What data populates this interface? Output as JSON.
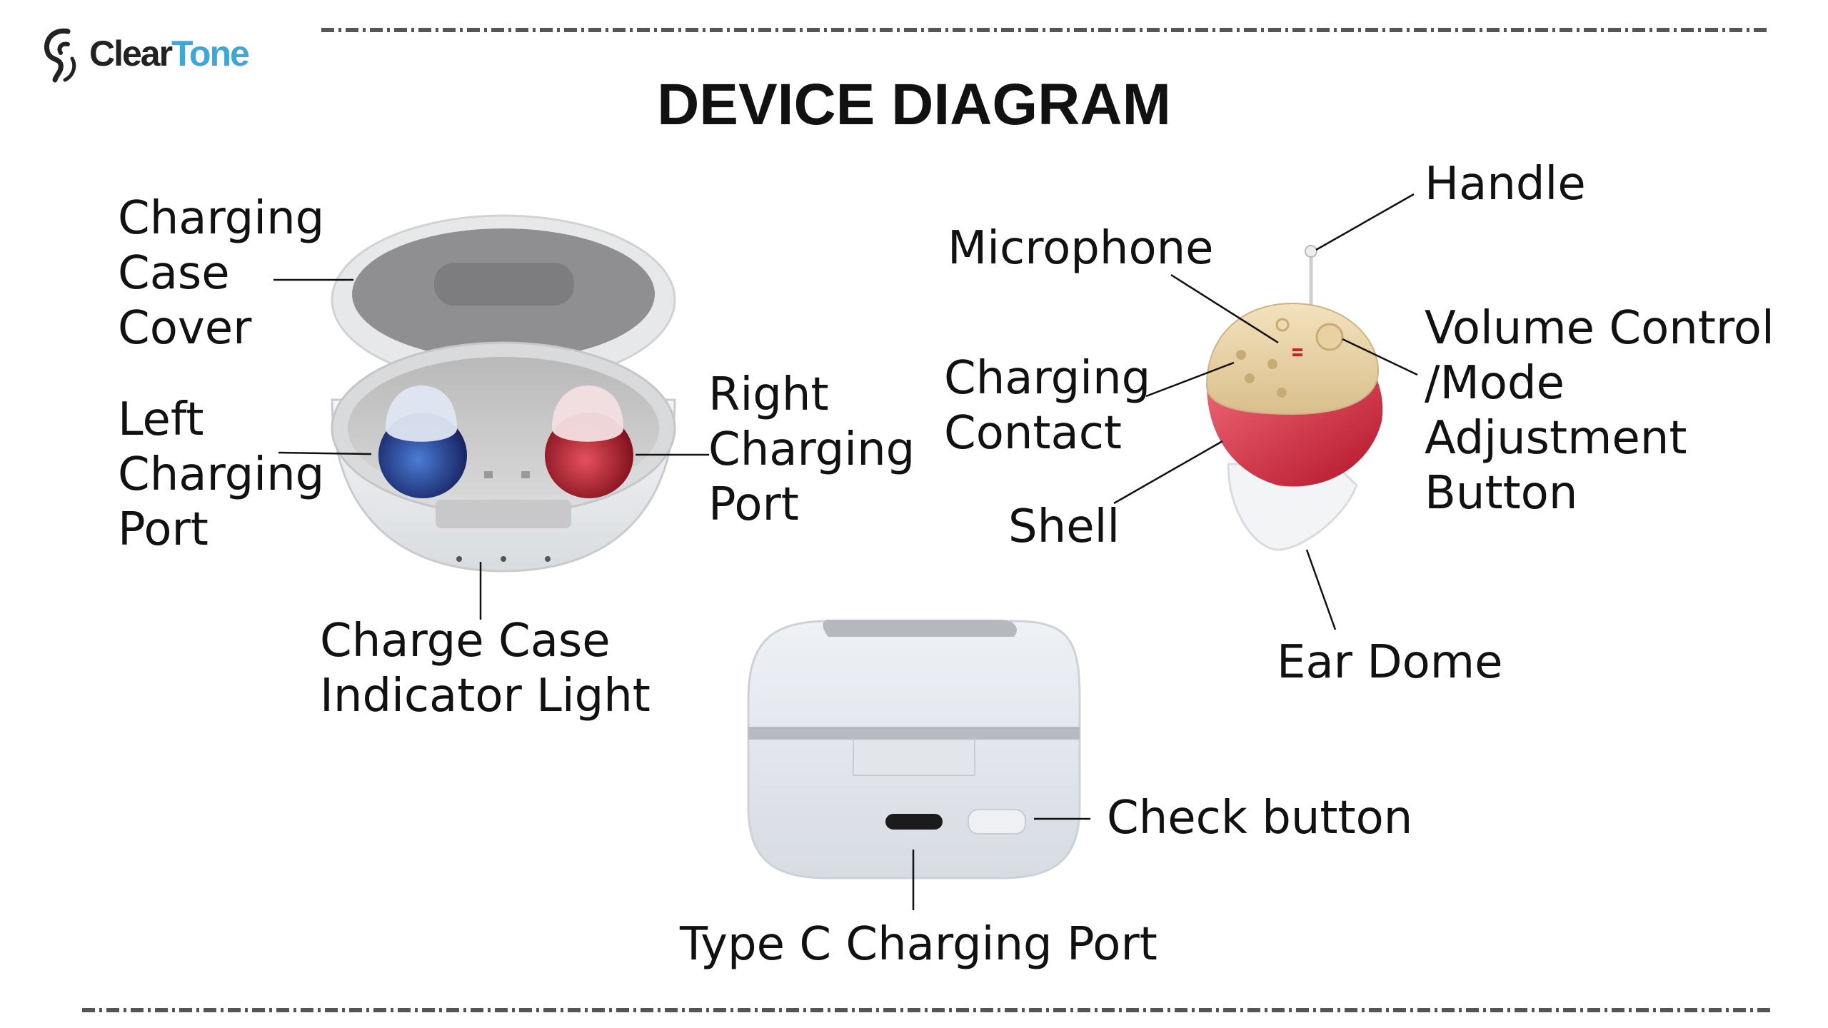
{
  "brand": {
    "name_part1": "Clear",
    "name_part2": "Tone"
  },
  "title": "DEVICE DIAGRAM",
  "labels": {
    "charging_case_cover": [
      "Charging",
      "Case",
      "Cover"
    ],
    "left_charging_port": [
      "Left",
      "Charging",
      "Port"
    ],
    "right_charging_port": [
      "Right",
      "Charging",
      "Port"
    ],
    "charge_case_indicator_light": [
      "Charge Case",
      "Indicator Light"
    ],
    "microphone": "Microphone",
    "handle": "Handle",
    "charging_contact": [
      "Charging",
      "Contact"
    ],
    "shell": "Shell",
    "volume_control": [
      "Volume Control",
      "/Mode",
      "Adjustment",
      "Button"
    ],
    "ear_dome": "Ear Dome",
    "check_button": "Check button",
    "type_c_port": "Type C Charging Port"
  },
  "colors": {
    "accent": "#3fa6d6",
    "left_unit": "#1e2f8a",
    "right_unit": "#b0172a",
    "case": "#e9ecef",
    "tray": "#c9c9c9"
  }
}
